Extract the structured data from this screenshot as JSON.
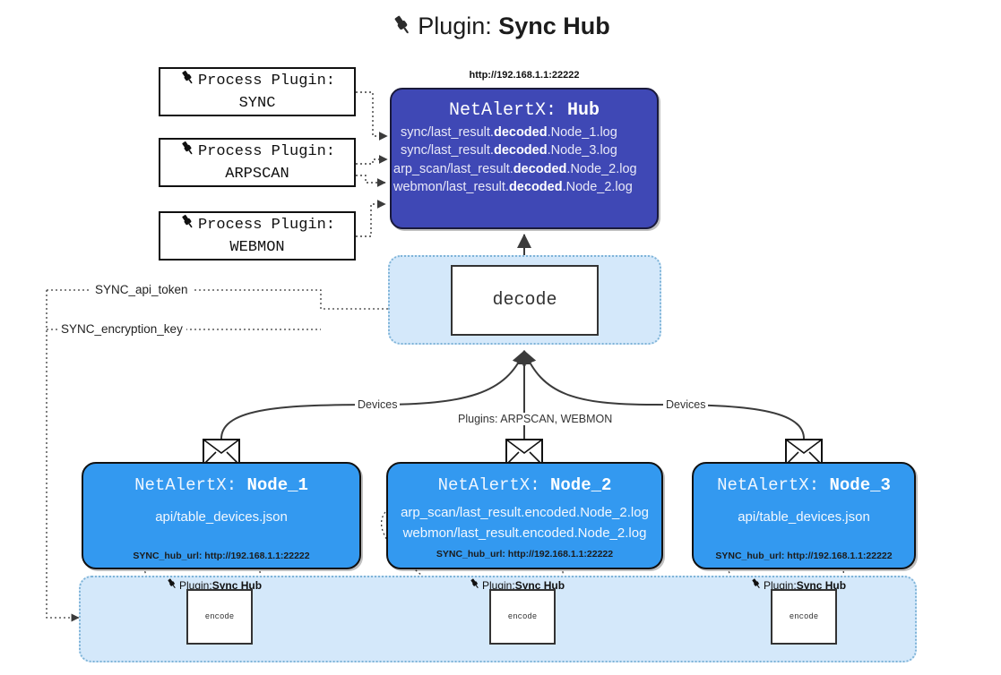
{
  "title": {
    "prefix": "Plugin: ",
    "name": "Sync Hub",
    "icon": "plug-icon"
  },
  "process_plugins": [
    {
      "label": "Process Plugin:",
      "name": "SYNC",
      "icon": "plug-icon"
    },
    {
      "label": "Process Plugin:",
      "name": "ARPSCAN",
      "icon": "plug-icon"
    },
    {
      "label": "Process Plugin:",
      "name": "WEBMON",
      "icon": "plug-icon"
    }
  ],
  "hub": {
    "url": "http://192.168.1.1:22222",
    "title_prefix": "NetAlertX: ",
    "title_name": "Hub",
    "logs": [
      {
        "pre": "sync/last_result.",
        "bold": "decoded",
        "post": ".Node_1.log"
      },
      {
        "pre": "sync/last_result.",
        "bold": "decoded",
        "post": ".Node_3.log"
      },
      {
        "pre": "arp_scan/last_result.",
        "bold": "decoded",
        "post": ".Node_2.log"
      },
      {
        "pre": "webmon/last_result.",
        "bold": "decoded",
        "post": ".Node_2.log"
      }
    ]
  },
  "decode": {
    "label": "decode"
  },
  "settings_labels": {
    "api_token": "SYNC_api_token",
    "encryption_key": "SYNC_encryption_key"
  },
  "edge_labels": {
    "devices_left": "Devices",
    "devices_right": "Devices",
    "plugins_center": "Plugins: ARPSCAN, WEBMON"
  },
  "nodes": [
    {
      "title_prefix": "NetAlertX: ",
      "title_name": "Node_1",
      "lines": [
        "api/table_devices.json"
      ],
      "footer": "SYNC_hub_url: http://192.168.1.1:22222",
      "icon": "envelope-icon"
    },
    {
      "title_prefix": "NetAlertX: ",
      "title_name": "Node_2",
      "lines": [
        "arp_scan/last_result.encoded.Node_2.log",
        "webmon/last_result.encoded.Node_2.log"
      ],
      "footer": "SYNC_hub_url: http://192.168.1.1:22222",
      "icon": "envelope-icon"
    },
    {
      "title_prefix": "NetAlertX: ",
      "title_name": "Node_3",
      "lines": [
        "api/table_devices.json"
      ],
      "footer": "SYNC_hub_url: http://192.168.1.1:22222",
      "icon": "envelope-icon"
    }
  ],
  "encoders": [
    {
      "plugin_prefix": "Plugin: ",
      "plugin_name": "Sync Hub",
      "label": "encode",
      "icon": "plug-icon"
    },
    {
      "plugin_prefix": "Plugin: ",
      "plugin_name": "Sync Hub",
      "label": "encode",
      "icon": "plug-icon"
    },
    {
      "plugin_prefix": "Plugin: ",
      "plugin_name": "Sync Hub",
      "label": "encode",
      "icon": "plug-icon"
    }
  ],
  "colors": {
    "hub_fill": "#3f48b5",
    "node_fill": "#3399f0",
    "container_fill": "#d4e8fa",
    "container_border": "#7fb4d8",
    "line": "#3b3b3b"
  }
}
